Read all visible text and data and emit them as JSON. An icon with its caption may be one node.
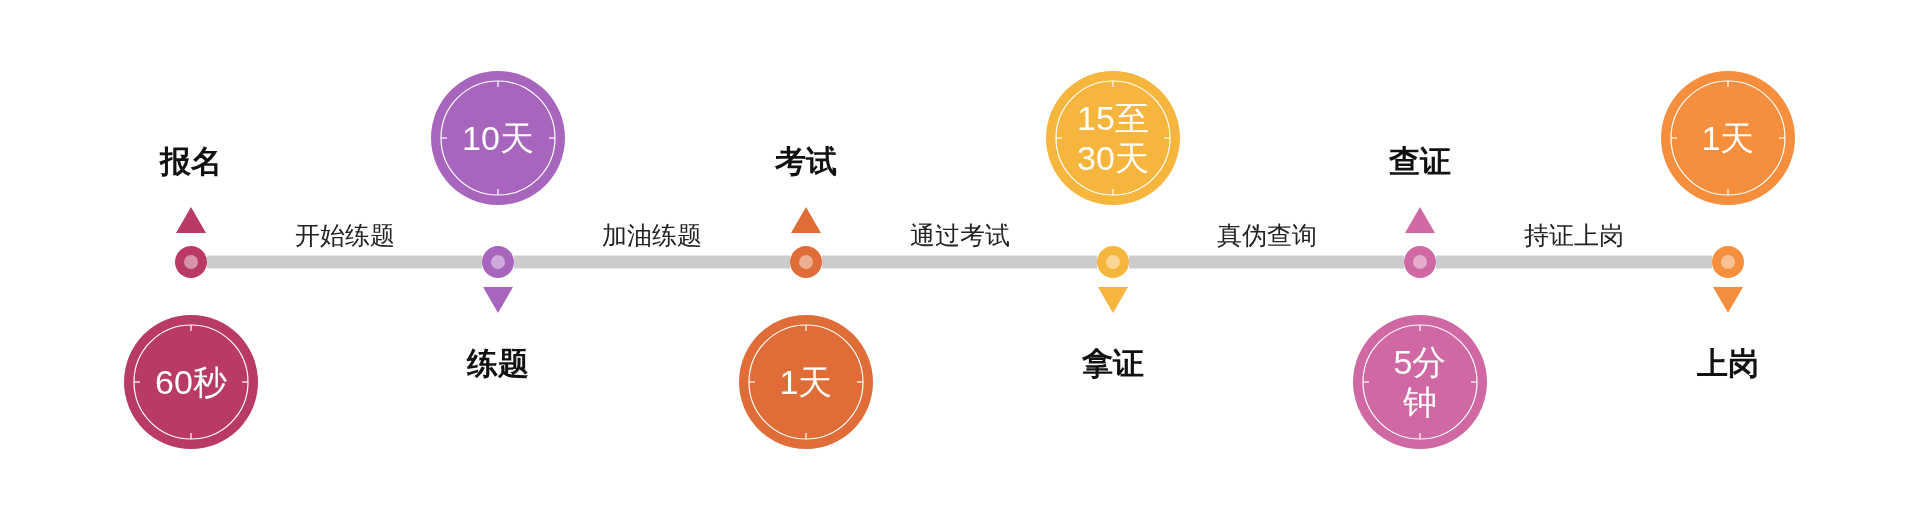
{
  "diagram": {
    "nodes": [
      {
        "text": [],
        "shape": "circle",
        "beside": [
          "报名"
        ]
      },
      {
        "text": [
          "60秒"
        ]
      },
      {
        "text": [],
        "shape": "circle",
        "beside": [
          "练题"
        ]
      },
      {
        "text": [
          "10天"
        ]
      },
      {
        "text": [],
        "shape": "circle",
        "beside": [
          "考试"
        ]
      },
      {
        "text": [
          "1天"
        ]
      },
      {
        "text": [],
        "shape": "circle",
        "beside": [
          "拿证"
        ]
      },
      {
        "text": [
          "15至30天"
        ]
      },
      {
        "text": [],
        "shape": "circle",
        "beside": [
          "查证"
        ]
      },
      {
        "text": [
          "5分钟"
        ]
      },
      {
        "text": [],
        "shape": "circle",
        "beside": [
          "上岗"
        ]
      },
      {
        "text": [
          "1天"
        ]
      }
    ],
    "edges": [
      {
        "from": 0,
        "to": 2,
        "arrow": "none",
        "label": "开始练题"
      },
      {
        "from": 2,
        "to": 4,
        "arrow": "none",
        "label": "加油练题"
      },
      {
        "from": 4,
        "to": 6,
        "arrow": "none",
        "label": "通过考试"
      },
      {
        "from": 6,
        "to": 8,
        "arrow": "none",
        "label": "真伪查询"
      },
      {
        "from": 8,
        "to": 10,
        "arrow": "none",
        "label": "持证上岗"
      }
    ]
  }
}
